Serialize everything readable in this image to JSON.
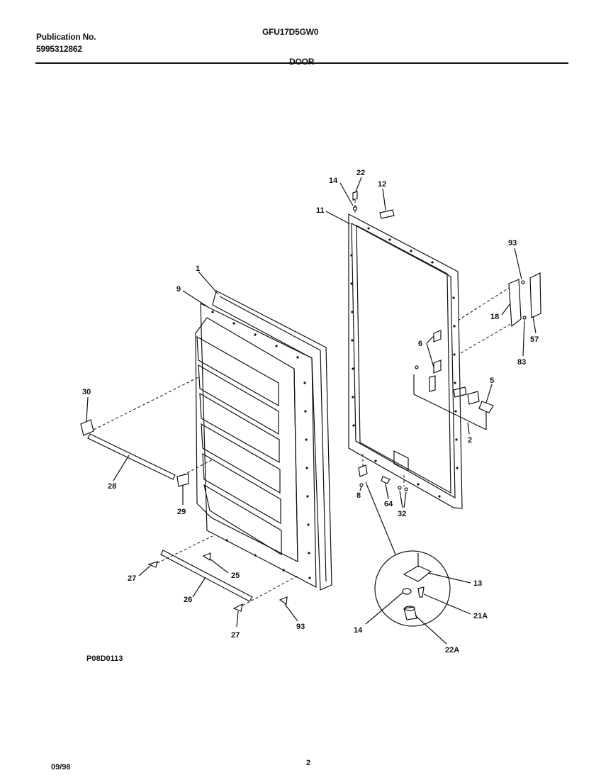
{
  "header": {
    "publication_label": "Publication No.",
    "publication_number": "5995312862",
    "model": "GFU17D5GW0",
    "section": "DOOR"
  },
  "diagram": {
    "code": "P08D0113",
    "callouts": [
      "1",
      "9",
      "30",
      "28",
      "29",
      "27",
      "26",
      "25",
      "27",
      "93",
      "14",
      "22",
      "12",
      "11",
      "93",
      "18",
      "57",
      "83",
      "6",
      "5",
      "2",
      "8",
      "64",
      "32",
      "13",
      "14",
      "21A",
      "22A"
    ]
  },
  "footer": {
    "date": "09/98",
    "page": "2"
  }
}
